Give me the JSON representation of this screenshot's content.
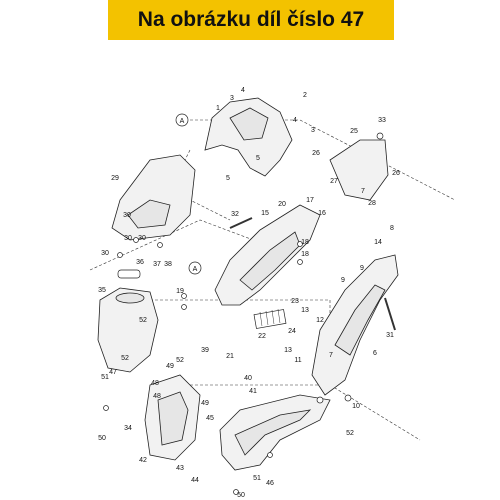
{
  "banner": {
    "text": "Na obrázku díl číslo 47",
    "color": "#f3c200"
  },
  "diagram": {
    "callouts": [
      {
        "label": "1"
      },
      {
        "label": "2"
      },
      {
        "label": "3"
      },
      {
        "label": "4"
      },
      {
        "label": "5"
      },
      {
        "label": "6"
      },
      {
        "label": "7"
      },
      {
        "label": "8"
      },
      {
        "label": "9"
      },
      {
        "label": "10"
      },
      {
        "label": "11"
      },
      {
        "label": "12"
      },
      {
        "label": "13"
      },
      {
        "label": "14"
      },
      {
        "label": "15"
      },
      {
        "label": "16"
      },
      {
        "label": "17"
      },
      {
        "label": "18"
      },
      {
        "label": "19"
      },
      {
        "label": "20"
      },
      {
        "label": "21"
      },
      {
        "label": "22"
      },
      {
        "label": "23"
      },
      {
        "label": "24"
      },
      {
        "label": "25"
      },
      {
        "label": "26"
      },
      {
        "label": "27"
      },
      {
        "label": "28"
      },
      {
        "label": "29"
      },
      {
        "label": "30"
      },
      {
        "label": "31"
      },
      {
        "label": "32"
      },
      {
        "label": "33"
      },
      {
        "label": "34"
      },
      {
        "label": "35"
      },
      {
        "label": "36"
      },
      {
        "label": "37"
      },
      {
        "label": "38"
      },
      {
        "label": "39"
      },
      {
        "label": "40"
      },
      {
        "label": "41"
      },
      {
        "label": "42"
      },
      {
        "label": "43"
      },
      {
        "label": "44"
      },
      {
        "label": "45"
      },
      {
        "label": "46"
      },
      {
        "label": "47"
      },
      {
        "label": "48"
      },
      {
        "label": "49"
      },
      {
        "label": "50"
      },
      {
        "label": "51"
      },
      {
        "label": "52"
      },
      {
        "label": "A"
      }
    ]
  }
}
